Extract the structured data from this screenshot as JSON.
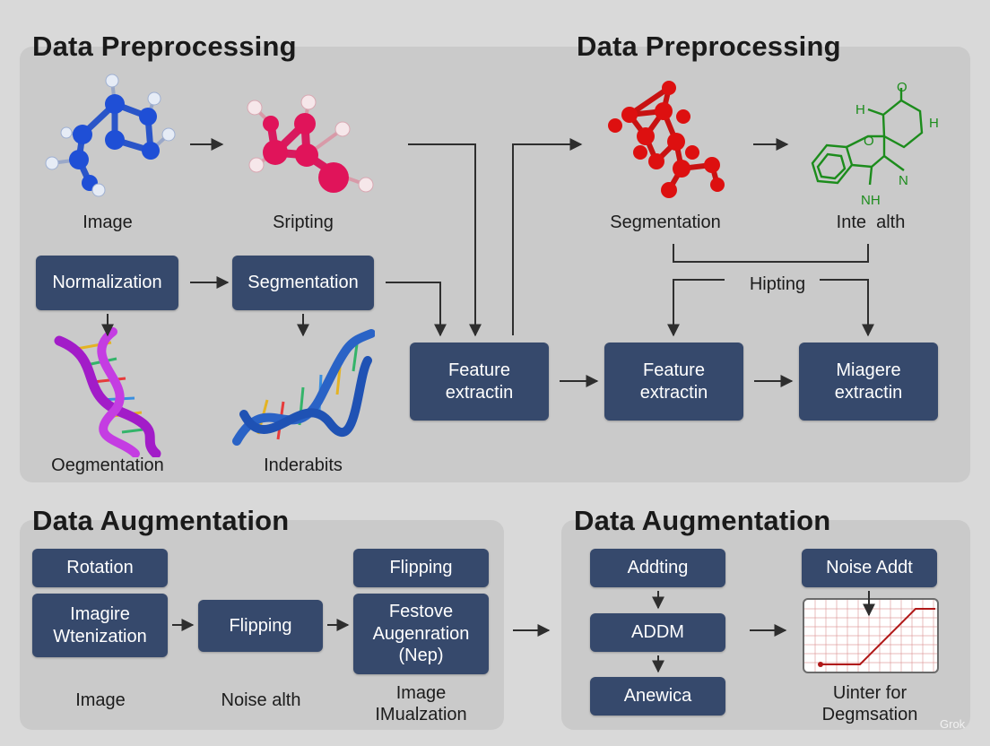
{
  "titles": {
    "top_left": "Data Preprocessing",
    "top_right": "Data Preprocessing",
    "bottom_left": "Data Augmentation",
    "bottom_right": "Data Augmentation"
  },
  "top_left": {
    "labels": {
      "image": "Image",
      "sripting": "Sripting",
      "oegmentation": "Oegmentation",
      "inderabits": "Inderabits"
    },
    "boxes": {
      "normalization": "Normalization",
      "segmentation": "Segmentation"
    }
  },
  "top_right": {
    "labels": {
      "segmentation": "Segmentation",
      "inte_alth": "Inte  alth",
      "hipting": "Hipting"
    },
    "molecule_atoms": {
      "o_top": "O",
      "h_left": "H",
      "h_right": "H",
      "o_mid": "O",
      "nh": "NH",
      "n": "N"
    },
    "boxes": {
      "feature_1": "Feature\nextractin",
      "feature_2": "Feature\nextractin",
      "miagere": "Miagere\nextractin"
    }
  },
  "bottom_left": {
    "boxes": {
      "rotation": "Rotation",
      "imagire": "Imagire\nWtenization",
      "flipping_mid": "Flipping",
      "flipping_top": "Flipping",
      "festove": "Festove\nAugenration\n(Nep)"
    },
    "labels": {
      "image": "Image",
      "noise_alth": "Noise alth",
      "image_imualzation": "Image\nIMualzation"
    }
  },
  "bottom_right": {
    "boxes": {
      "addting": "Addting",
      "addm": "ADDM",
      "anewica": "Anewica",
      "noise_addt": "Noise Addt"
    },
    "labels": {
      "uinter": "Uinter for\nDegmsation"
    }
  },
  "watermark": "Grok",
  "colors": {
    "box_fill": "#36496c",
    "panel": "#cacaca",
    "background": "#d9d9d9",
    "arrow": "#2e2e2e",
    "molecule_blue": "#1f4fd6",
    "molecule_pink": "#e0145a",
    "molecule_red": "#dd1010",
    "molecule_green": "#1c8c1c",
    "chart_line": "#b01818"
  }
}
